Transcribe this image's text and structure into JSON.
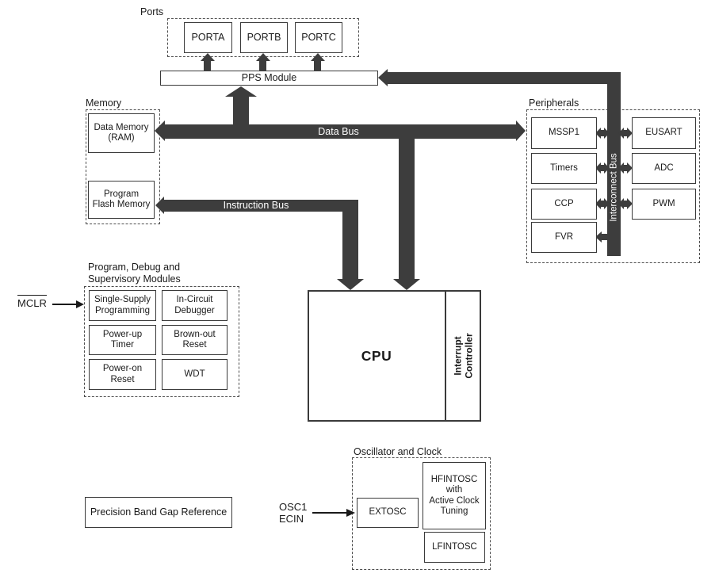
{
  "ports": {
    "label": "Ports",
    "items": [
      "PORTA",
      "PORTB",
      "PORTC"
    ]
  },
  "pps": {
    "label": "PPS Module"
  },
  "memory": {
    "label": "Memory",
    "ram": "Data Memory\n(RAM)",
    "flash": "Program\nFlash Memory"
  },
  "buses": {
    "data": "Data Bus",
    "instruction": "Instruction Bus",
    "interconnect": "Interconnect Bus"
  },
  "peripherals": {
    "label": "Peripherals",
    "left": [
      "MSSP1",
      "Timers",
      "CCP",
      "FVR"
    ],
    "right": [
      "EUSART",
      "ADC",
      "PWM"
    ]
  },
  "debug": {
    "label": "Program, Debug and\nSupervisory Modules",
    "items": [
      "Single-Supply\nProgramming",
      "In-Circuit\nDebugger",
      "Power-up\nTimer",
      "Brown-out\nReset",
      "Power-on\nReset",
      "WDT"
    ]
  },
  "cpu": {
    "label": "CPU",
    "interrupt": "Interrupt\nController"
  },
  "oscillator": {
    "label": "Oscillator and Clock",
    "extosc": "EXTOSC",
    "hfintosc": "HFINTOSC\nwith\nActive Clock\nTuning",
    "lfintosc": "LFINTOSC"
  },
  "bandgap": {
    "label": "Precision Band Gap Reference"
  },
  "signals": {
    "mclr": "MCLR",
    "osc": "OSC1\nECIN"
  },
  "colors": {
    "bus": "#3d3d3d",
    "box_border": "#3a3a3a",
    "text": "#1a1a1a"
  }
}
